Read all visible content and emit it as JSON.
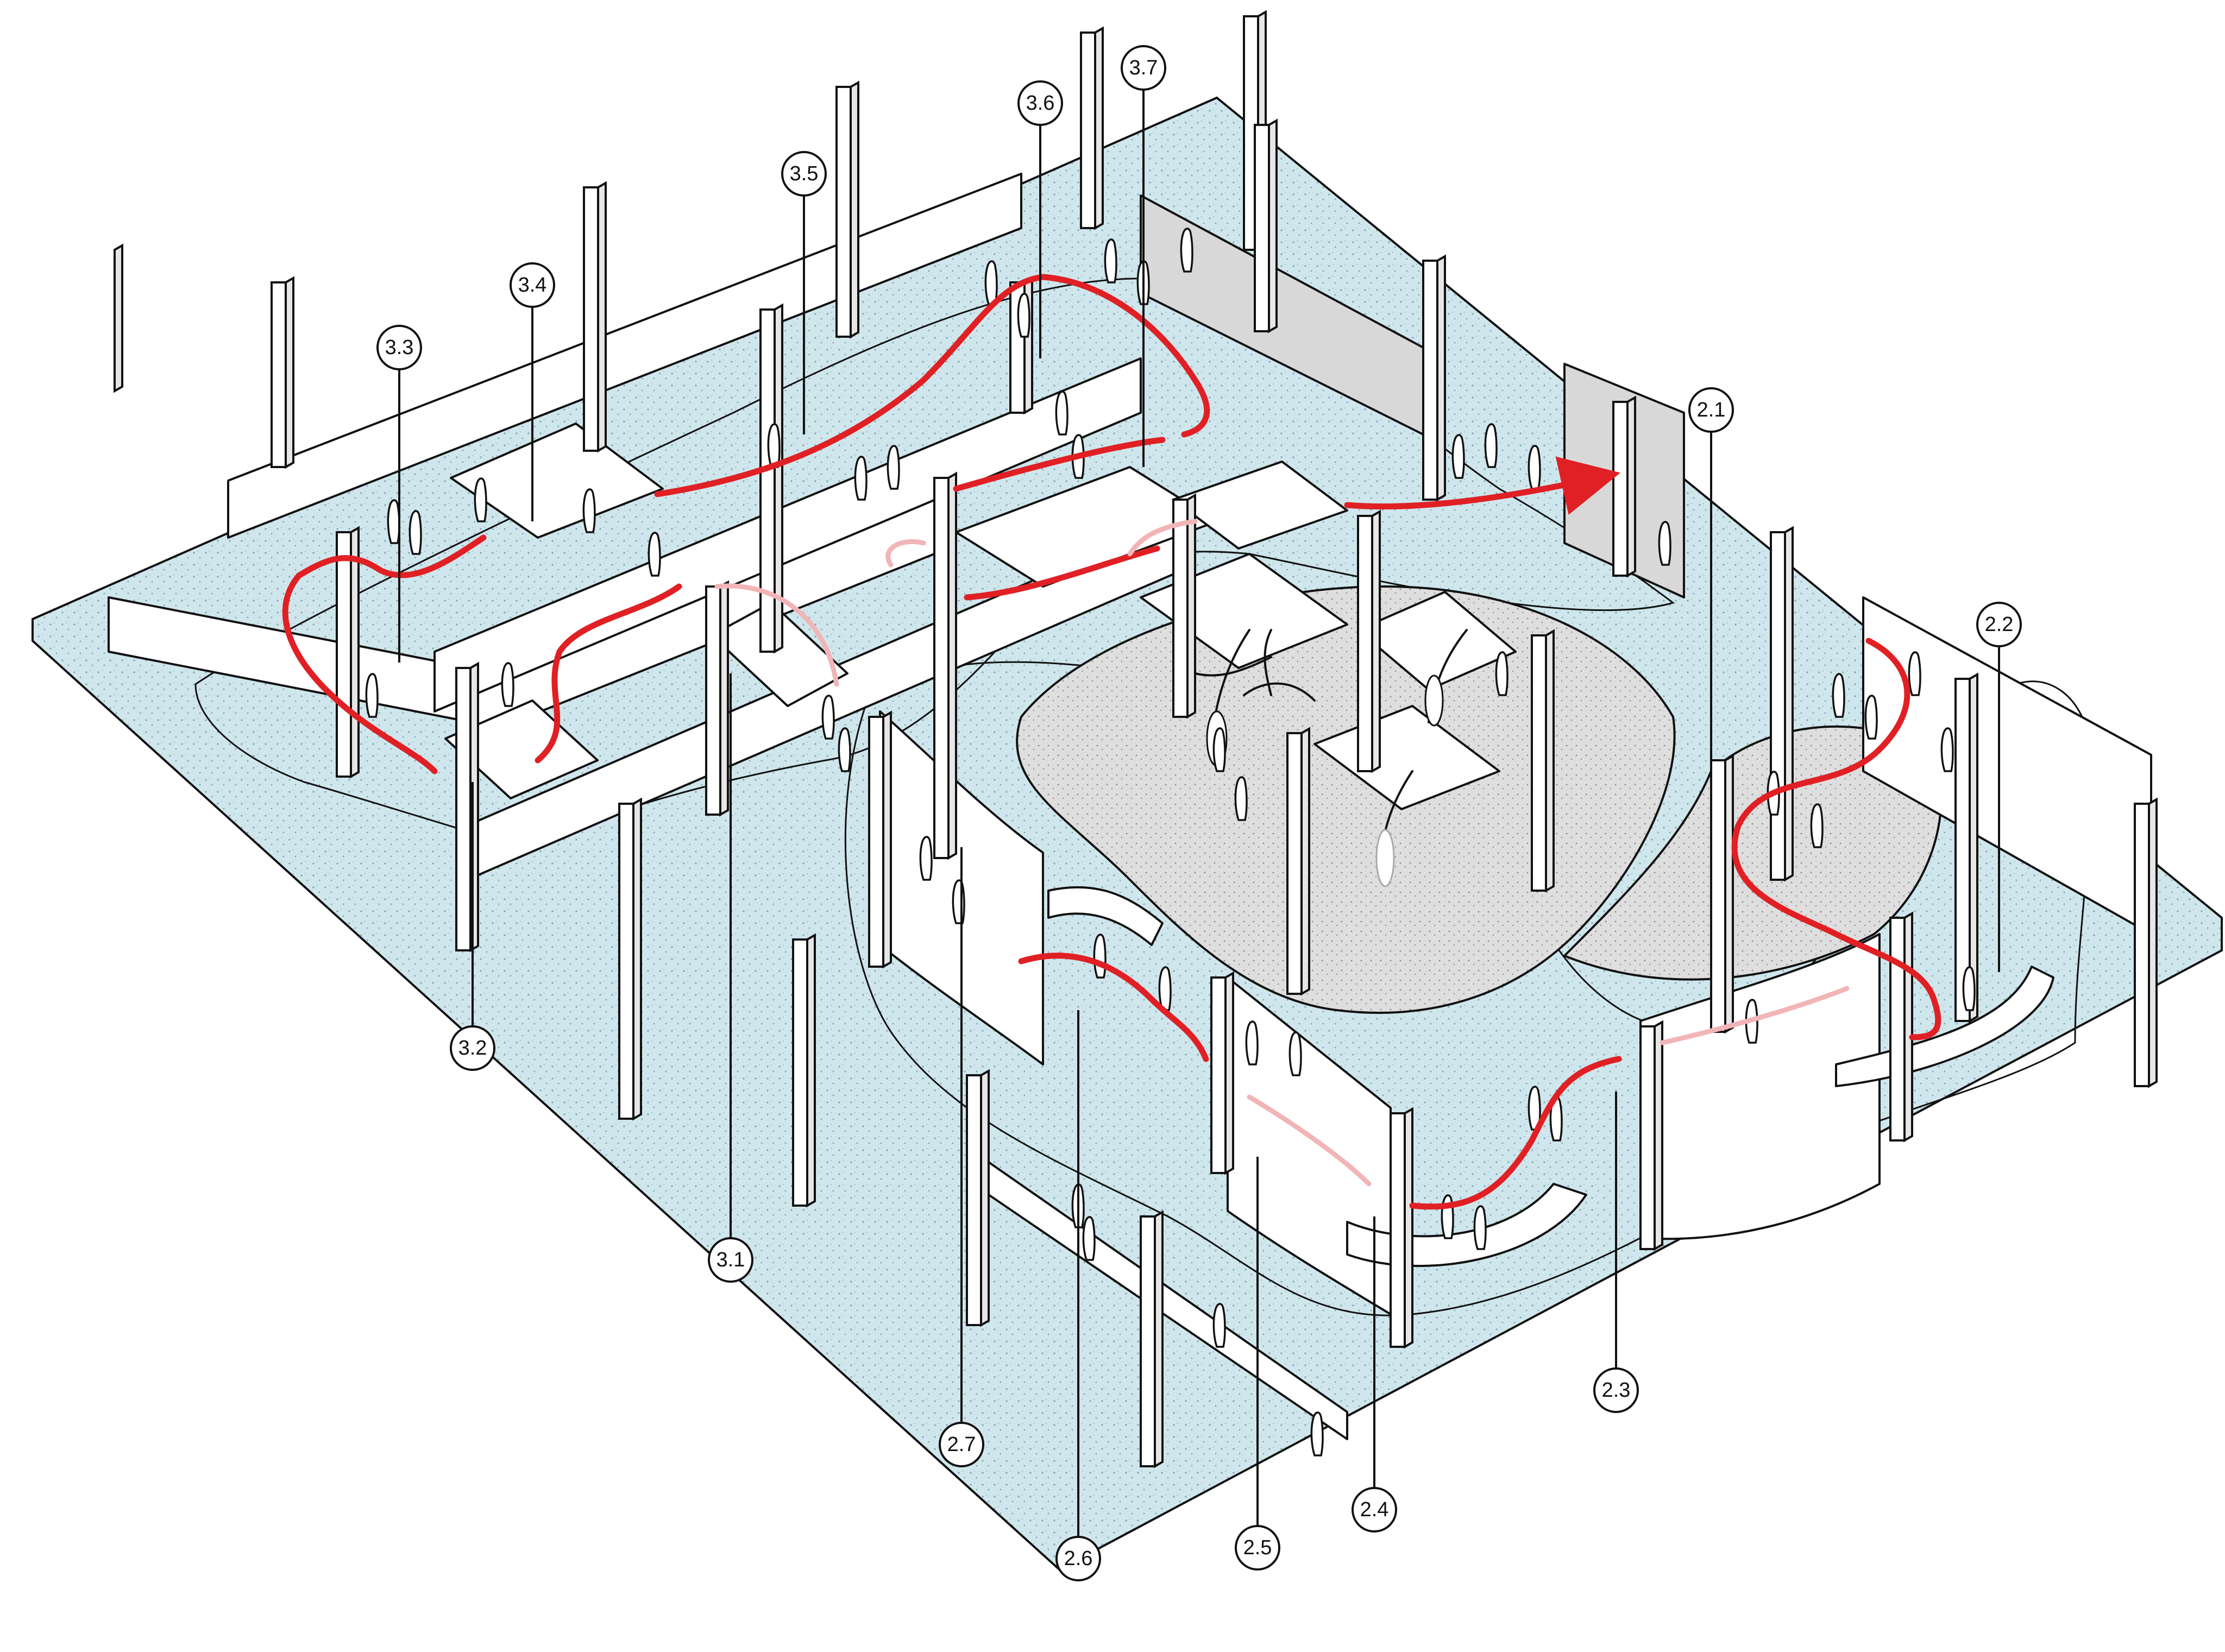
{
  "colors": {
    "water": "#cfe6ec",
    "floor": "#e3e3e3",
    "route": "#e02024",
    "route_faint": "#f2b5b7",
    "ink": "#111111"
  },
  "tags": {
    "t21": "2.1",
    "t22": "2.2",
    "t23": "2.3",
    "t24": "2.4",
    "t25": "2.5",
    "t26": "2.6",
    "t27": "2.7",
    "t31": "3.1",
    "t32": "3.2",
    "t33": "3.3",
    "t34": "3.4",
    "t35": "3.5",
    "t36": "3.6",
    "t37": "3.7"
  },
  "icons": {
    "route_arrow": "arrow-right-icon",
    "visitor": "person-figure-icon",
    "tree": "tree-icon"
  }
}
